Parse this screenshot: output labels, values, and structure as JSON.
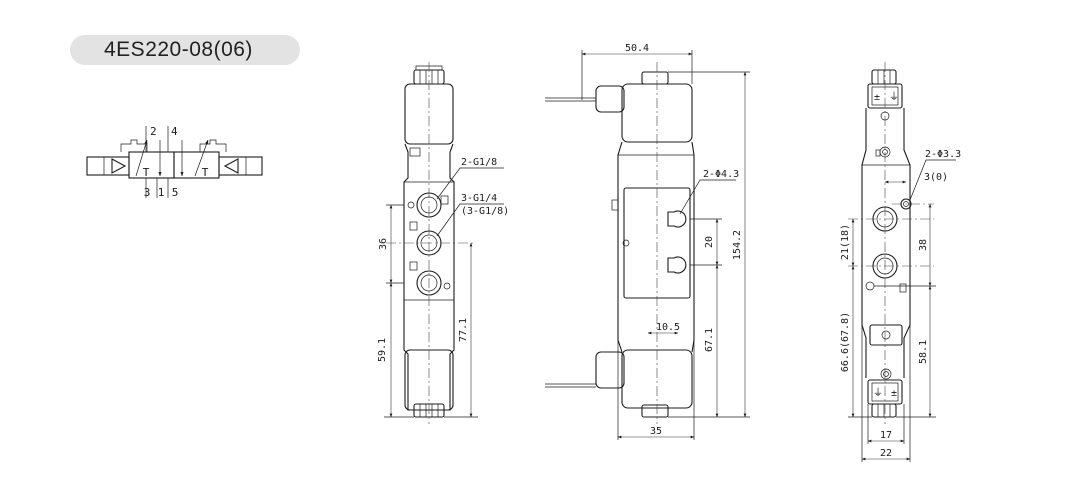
{
  "model": "4ES220-08(06)",
  "symbol": {
    "port_top_left": "2",
    "port_top_right": "4",
    "ports_bottom": [
      "3",
      "1",
      "5"
    ],
    "exhaust_mark": "T"
  },
  "front_view": {
    "label_2": "2-G1/8",
    "label_3": "3-G1/4",
    "label_3b": "(3-G1/8)",
    "dim_36": "36",
    "dim_59": "59.1",
    "dim_77": "77.1"
  },
  "side_view": {
    "dim_top": "50.4",
    "hole": "2-Φ4.3",
    "dim_20": "20",
    "dim_154": "154.2",
    "dim_10": "10.5",
    "dim_67": "67.1",
    "dim_35": "35"
  },
  "end_view": {
    "hole": "2-Φ3.3",
    "dim_3": "3(0)",
    "dim_21": "21(18)",
    "dim_38": "38",
    "dim_66": "66.6(67.8)",
    "dim_58": "58.1",
    "dim_17": "17",
    "dim_22": "22"
  }
}
